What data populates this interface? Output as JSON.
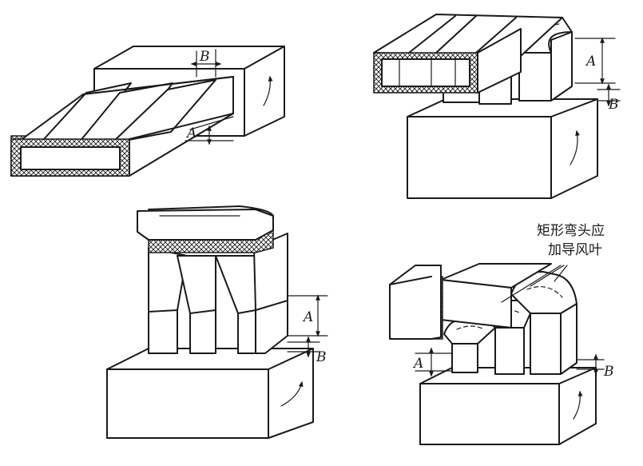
{
  "labels": {
    "top_left": {
      "a": "A",
      "b": "B"
    },
    "top_right": {
      "a": "A",
      "b": "B"
    },
    "bottom_left": {
      "a": "A",
      "b": "B"
    },
    "bottom_right": {
      "a": "A",
      "b": "B"
    }
  },
  "note": {
    "line1": "矩形弯头应",
    "line2": "加导风叶"
  }
}
